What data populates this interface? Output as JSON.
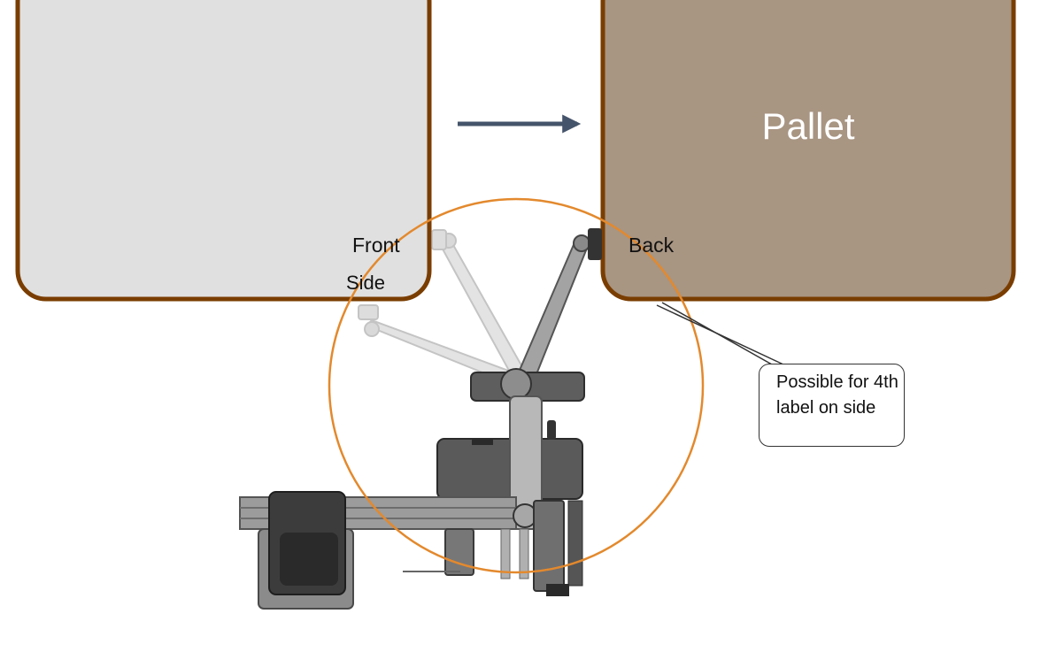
{
  "diagram": {
    "pallet_label": "Pallet",
    "front_side_label": "Front",
    "side_label": "Side",
    "back_label": "Back",
    "callout_text": "Possible for 4th label on side"
  },
  "colors": {
    "source_box_fill": "#e0e0e0",
    "pallet_fill": "#a89582",
    "box_border": "#7a3d00",
    "arrow": "#44546a",
    "reach_circle": "#e3892d",
    "robot_body": "#6b6b6b"
  },
  "icons": {
    "flow_arrow": "arrow-right-icon",
    "robot": "robot-arm-icon"
  }
}
